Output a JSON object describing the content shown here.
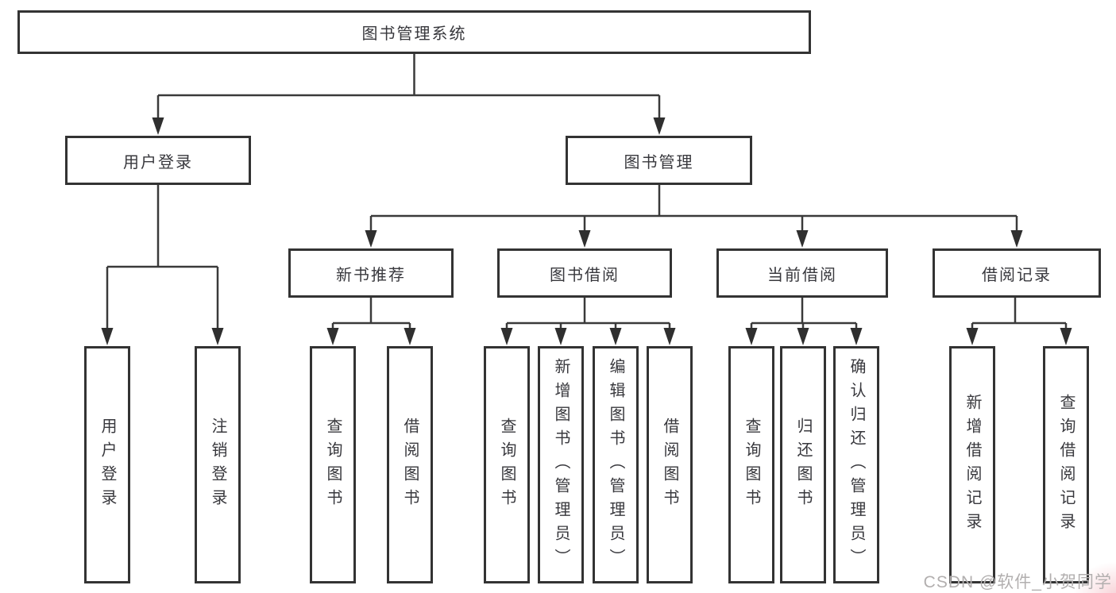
{
  "diagram": {
    "type": "hierarchy-tree",
    "title": "图书管理系统",
    "root": {
      "label": "图书管理系统"
    },
    "level2": [
      {
        "id": "user-login",
        "label": "用户登录"
      },
      {
        "id": "book-management",
        "label": "图书管理"
      }
    ],
    "level3": [
      {
        "id": "new-book",
        "label": "新书推荐",
        "parent": "book-management"
      },
      {
        "id": "book-borrow",
        "label": "图书借阅",
        "parent": "book-management"
      },
      {
        "id": "current-borrow",
        "label": "当前借阅",
        "parent": "book-management"
      },
      {
        "id": "borrow-records",
        "label": "借阅记录",
        "parent": "book-management"
      }
    ],
    "leaves": [
      {
        "label": "用户登录",
        "parent": "user-login"
      },
      {
        "label": "注销登录",
        "parent": "user-login"
      },
      {
        "label": "查询图书",
        "parent": "new-book"
      },
      {
        "label": "借阅图书",
        "parent": "new-book"
      },
      {
        "label": "查询图书",
        "parent": "book-borrow"
      },
      {
        "label": "新增图书（管理员）",
        "parent": "book-borrow"
      },
      {
        "label": "编辑图书（管理员）",
        "parent": "book-borrow"
      },
      {
        "label": "借阅图书",
        "parent": "book-borrow"
      },
      {
        "label": "查询图书",
        "parent": "current-borrow"
      },
      {
        "label": "归还图书",
        "parent": "current-borrow"
      },
      {
        "label": "确认归还（管理员）",
        "parent": "current-borrow"
      },
      {
        "label": "新增借阅记录",
        "parent": "borrow-records"
      },
      {
        "label": "查询借阅记录",
        "parent": "borrow-records"
      }
    ]
  },
  "watermark": {
    "text": "CSDN @软件_小贺同学",
    "color": "#b2afaf"
  },
  "colors": {
    "background": "#ffffff",
    "box_border": "#333333",
    "line": "#3a3a3a",
    "arrow_fill": "#2f2f2f",
    "text": "#38383d"
  }
}
